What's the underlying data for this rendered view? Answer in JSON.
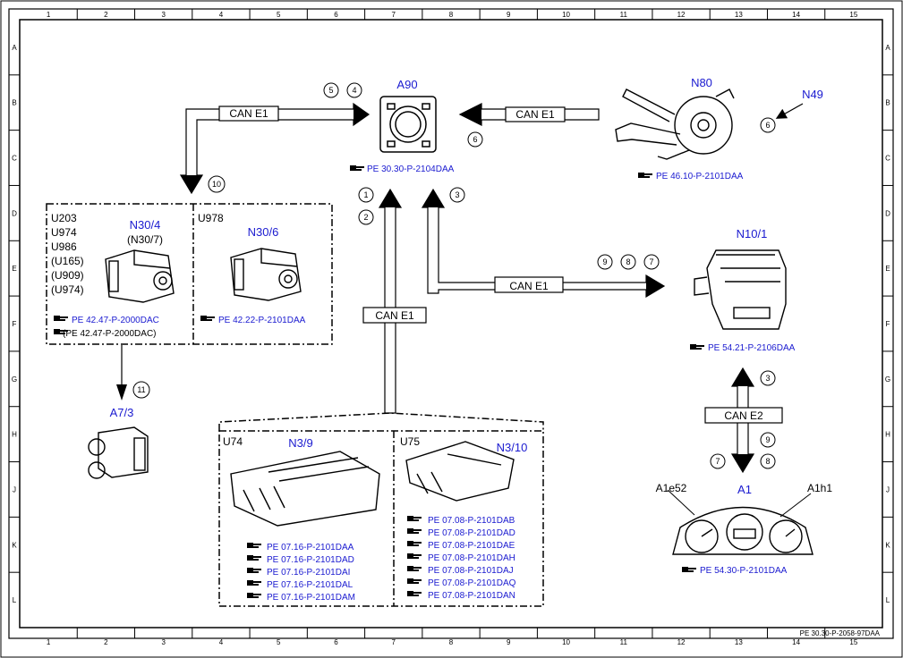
{
  "grid": {
    "columns": [
      "1",
      "2",
      "3",
      "4",
      "5",
      "6",
      "7",
      "8",
      "9",
      "10",
      "11",
      "12",
      "13",
      "14",
      "15"
    ],
    "rows": [
      "A",
      "B",
      "C",
      "D",
      "E",
      "F",
      "G",
      "H",
      "J",
      "K",
      "L"
    ]
  },
  "components": {
    "a90": {
      "label": "A90",
      "ref": "PE 30.30-P-2104DAA"
    },
    "n80": {
      "label": "N80",
      "ref": "PE 46.10-P-2101DAA"
    },
    "n49": {
      "label": "N49"
    },
    "n10_1": {
      "label": "N10/1",
      "ref": "PE 54.21-P-2106DAA"
    },
    "a1": {
      "label": "A1",
      "left_label": "A1e52",
      "right_label": "A1h1",
      "ref": "PE 54.30-P-2101DAA"
    },
    "a7_3": {
      "label": "A7/3"
    },
    "n30_4": {
      "label": "N30/4",
      "alt": "(N30/7)",
      "variants": [
        "U203",
        "U974",
        "U986",
        "(U165)",
        "(U909)",
        "(U974)"
      ],
      "ref1": "PE 42.47-P-2000DAC",
      "ref2": "(PE 42.47-P-2000DAC)"
    },
    "n30_6": {
      "label": "N30/6",
      "variant": "U978",
      "ref": "PE 42.22-P-2101DAA"
    },
    "n3_9": {
      "label": "N3/9",
      "variant": "U74",
      "refs": [
        "PE 07.16-P-2101DAA",
        "PE 07.16-P-2101DAD",
        "PE 07.16-P-2101DAI",
        "PE 07.16-P-2101DAL",
        "PE 07.16-P-2101DAM"
      ]
    },
    "n3_10": {
      "label": "N3/10",
      "variant": "U75",
      "refs": [
        "PE 07.08-P-2101DAB",
        "PE 07.08-P-2101DAD",
        "PE 07.08-P-2101DAE",
        "PE 07.08-P-2101DAH",
        "PE 07.08-P-2101DAJ",
        "PE 07.08-P-2101DAQ",
        "PE 07.08-P-2101DAN"
      ]
    }
  },
  "buses": {
    "can_e1": "CAN E1",
    "can_e2": "CAN E2"
  },
  "numbers": {
    "n1": "1",
    "n2": "2",
    "n3": "3",
    "n4": "4",
    "n5": "5",
    "n6": "6",
    "n7": "7",
    "n8": "8",
    "n9": "9",
    "n10": "10",
    "n11": "11"
  },
  "footer": {
    "doc_id": "PE 30.30-P-2058-97DAA"
  },
  "colors": {
    "label_blue": "#1a1ad0",
    "line": "#000000"
  },
  "icons": {
    "reference": "hand-pointer-icon"
  }
}
